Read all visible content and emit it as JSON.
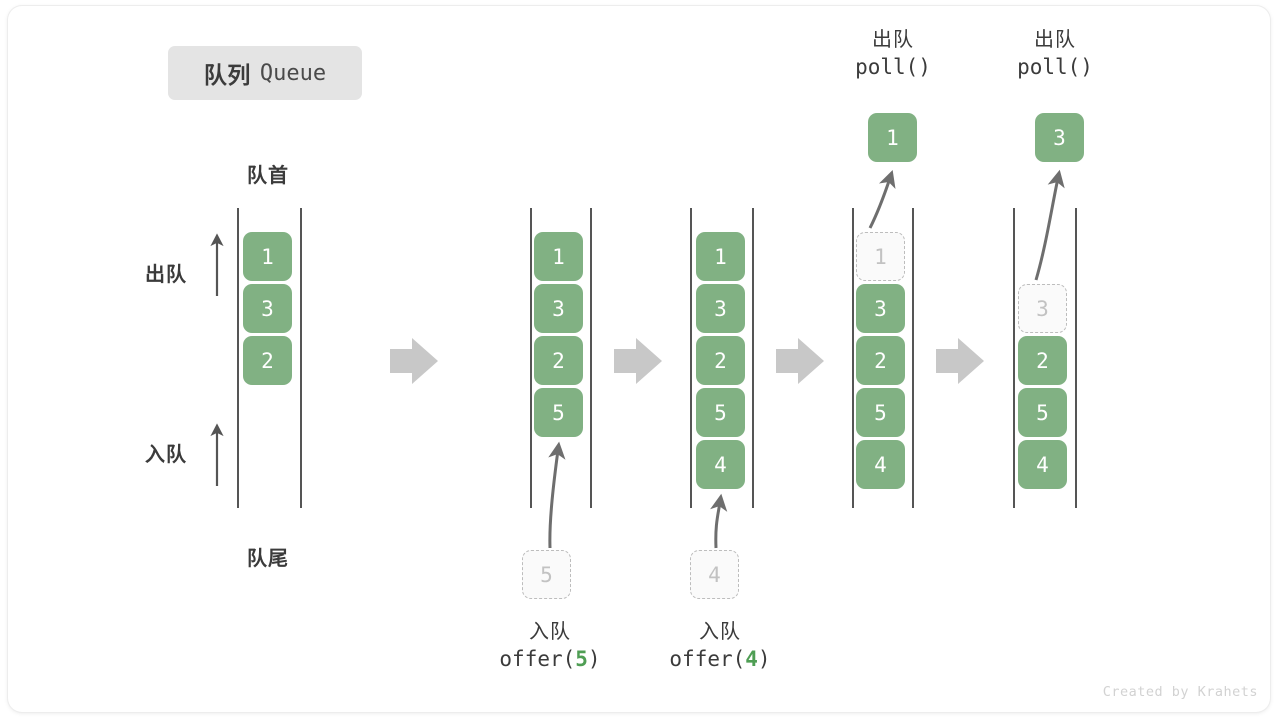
{
  "title": {
    "cn": "队列",
    "en": "Queue"
  },
  "labels": {
    "head": "队首",
    "tail": "队尾",
    "dequeue": "出队",
    "enqueue": "入队"
  },
  "colors": {
    "element_green": "#81b183",
    "ghost_border": "#bdbdbd",
    "ghost_text": "#c2c2c2",
    "rail": "#555555",
    "flow_arrow": "#c8c8c8",
    "badge_bg": "#e4e4e4",
    "text": "#3b3b3b",
    "code_arg_green": "#4f9e54"
  },
  "stages": [
    {
      "id": "stage-initial",
      "cells": [
        {
          "value": "1",
          "state": "filled"
        },
        {
          "value": "3",
          "state": "filled"
        },
        {
          "value": "2",
          "state": "filled"
        }
      ]
    },
    {
      "id": "stage-offer-5",
      "cells": [
        {
          "value": "1",
          "state": "filled"
        },
        {
          "value": "3",
          "state": "filled"
        },
        {
          "value": "2",
          "state": "filled"
        },
        {
          "value": "5",
          "state": "filled"
        }
      ],
      "incoming": {
        "value": "5",
        "state": "ghost"
      },
      "caption": {
        "cn": "入队",
        "code_prefix": "offer(",
        "code_arg": "5",
        "code_suffix": ")"
      }
    },
    {
      "id": "stage-offer-4",
      "cells": [
        {
          "value": "1",
          "state": "filled"
        },
        {
          "value": "3",
          "state": "filled"
        },
        {
          "value": "2",
          "state": "filled"
        },
        {
          "value": "5",
          "state": "filled"
        },
        {
          "value": "4",
          "state": "filled"
        }
      ],
      "incoming": {
        "value": "4",
        "state": "ghost"
      },
      "caption": {
        "cn": "入队",
        "code_prefix": "offer(",
        "code_arg": "4",
        "code_suffix": ")"
      }
    },
    {
      "id": "stage-poll-1",
      "cells": [
        {
          "value": "1",
          "state": "ghost"
        },
        {
          "value": "3",
          "state": "filled"
        },
        {
          "value": "2",
          "state": "filled"
        },
        {
          "value": "5",
          "state": "filled"
        },
        {
          "value": "4",
          "state": "filled"
        }
      ],
      "outgoing": {
        "value": "1",
        "state": "filled"
      },
      "caption": {
        "cn": "出队",
        "code_prefix": "poll(",
        "code_arg": "",
        "code_suffix": ")"
      }
    },
    {
      "id": "stage-poll-3",
      "cells": [
        {
          "value": "",
          "state": "empty"
        },
        {
          "value": "3",
          "state": "ghost"
        },
        {
          "value": "2",
          "state": "filled"
        },
        {
          "value": "5",
          "state": "filled"
        },
        {
          "value": "4",
          "state": "filled"
        }
      ],
      "outgoing": {
        "value": "3",
        "state": "filled"
      },
      "caption": {
        "cn": "出队",
        "code_prefix": "poll(",
        "code_arg": "",
        "code_suffix": ")"
      }
    }
  ],
  "watermark": "Created by Krahets"
}
